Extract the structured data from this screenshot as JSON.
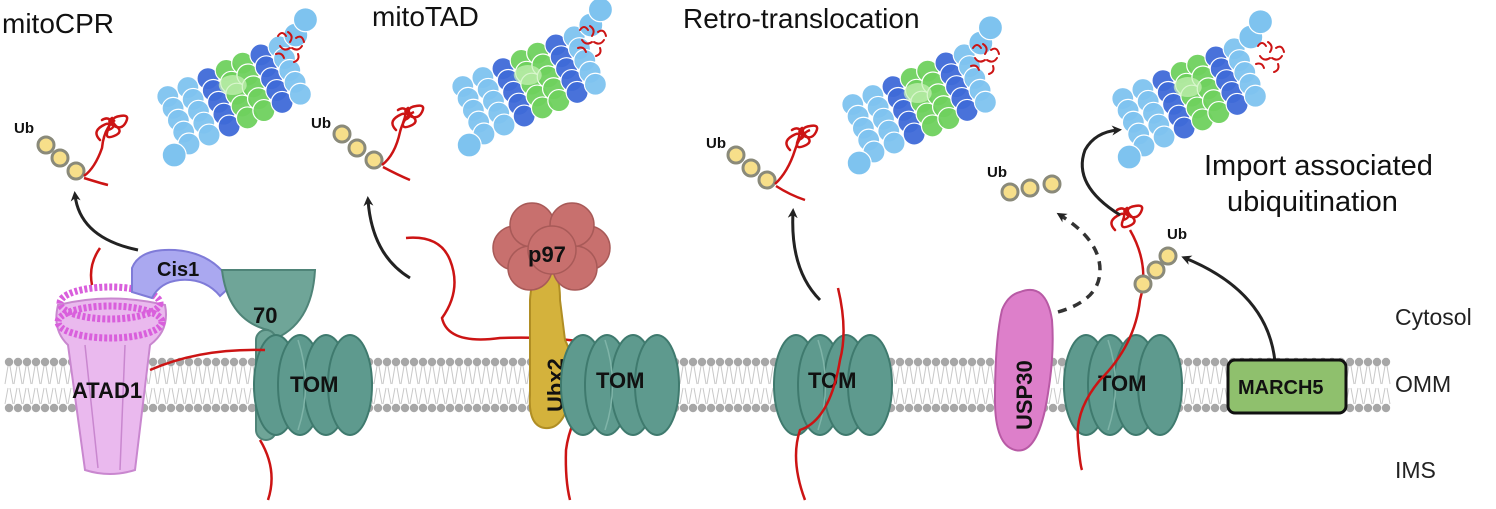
{
  "titles": {
    "mitocpr": "mitoCPR",
    "mitotad": "mitoTAD",
    "retro": "Retro-translocation",
    "import_line1": "Import associated",
    "import_line2": "ubiquitination"
  },
  "compartments": {
    "cytosol": "Cytosol",
    "omm": "OMM",
    "ims": "IMS"
  },
  "proteins": {
    "atad1": "ATAD1",
    "cis1": "Cis1",
    "hsp70": "70",
    "tom": "TOM",
    "p97": "p97",
    "ubx2": "Ubx2",
    "usp30": "USP30",
    "march5": "MARCH5"
  },
  "ubiquitin": "Ub",
  "colors": {
    "tom": "#5e9a8e",
    "tom_stroke": "#3f7a6e",
    "atad1": "#eab9ee",
    "atad1_ring": "#d95fdc",
    "cis1": "#aaa8f0",
    "p97": "#c8706e",
    "ubx2": "#d4b23c",
    "usp30": "#dd7fca",
    "march5": "#8fc06d",
    "substrate": "#cc1414",
    "ubiquitin": "#f7df8a",
    "proteasome_light": "#7ec3ef",
    "proteasome_dark": "#3f6ad8",
    "proteasome_green": "#6fd15e"
  },
  "icons": [
    "proteasome-icon",
    "degraded-peptide-icon",
    "arrow-icon"
  ]
}
